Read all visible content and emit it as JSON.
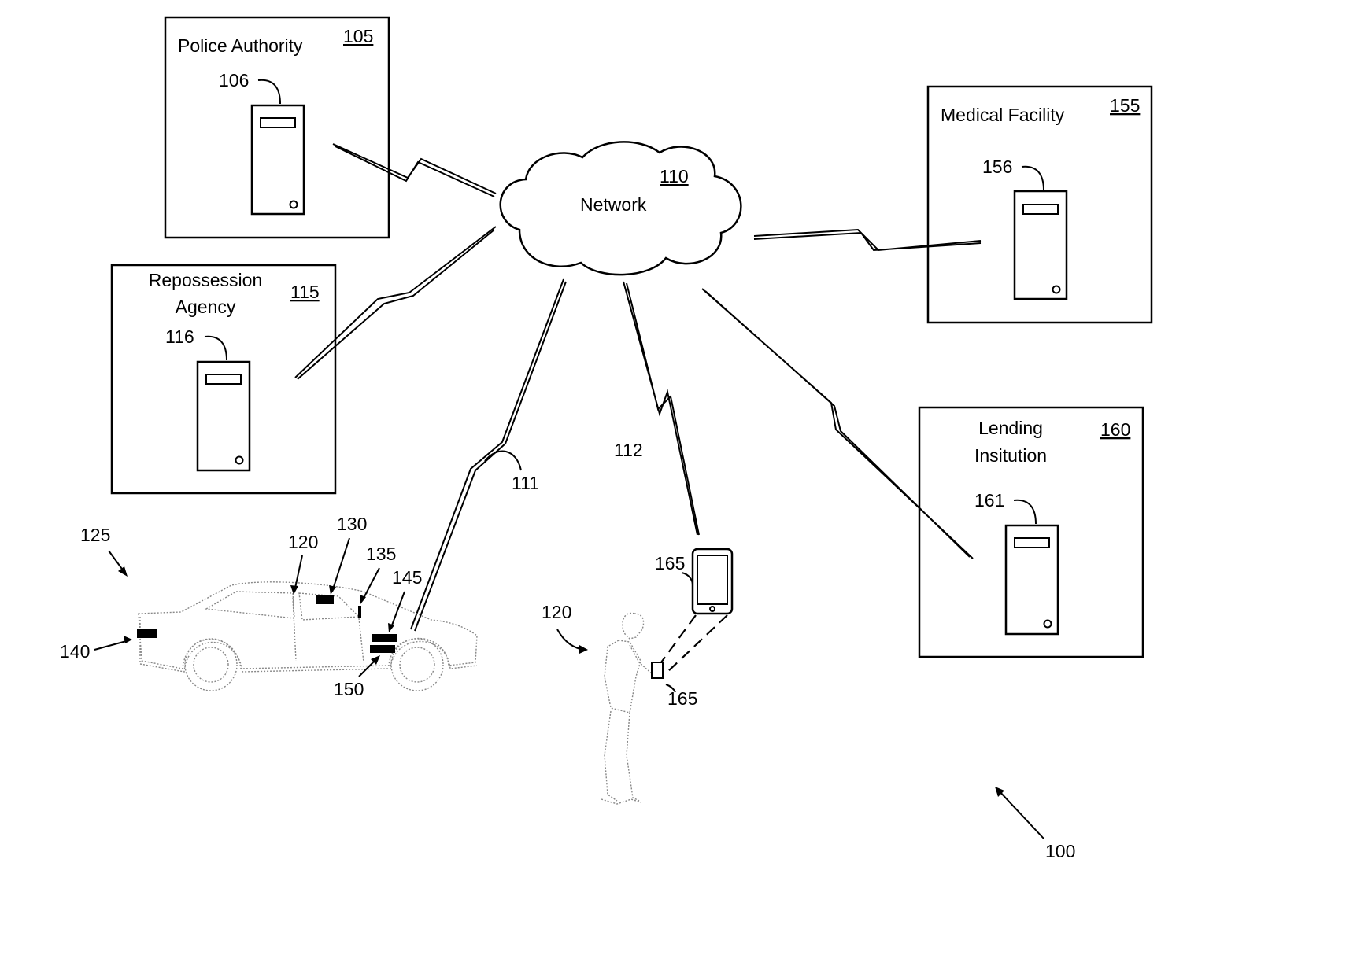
{
  "figure_number": "100",
  "network": {
    "label": "Network",
    "ref": "110"
  },
  "entities": {
    "police": {
      "label": "Police Authority",
      "ref": "105",
      "server_ref": "106"
    },
    "repossession": {
      "label_line1": "Repossession",
      "label_line2": "Agency",
      "ref": "115",
      "server_ref": "116"
    },
    "medical": {
      "label": "Medical Facility",
      "ref": "155",
      "server_ref": "156"
    },
    "lending": {
      "label_line1": "Lending",
      "label_line2": "Insitution",
      "ref": "160",
      "server_ref": "161"
    }
  },
  "links": {
    "vehicle_link": "111",
    "device_link": "112"
  },
  "vehicle": {
    "ref": "125",
    "parts": {
      "p120": "120",
      "p130": "130",
      "p135": "135",
      "p145": "145",
      "p140": "140",
      "p150": "150"
    }
  },
  "user": {
    "ref": "120",
    "device_in_hand": "165"
  },
  "device": {
    "ref": "165"
  }
}
